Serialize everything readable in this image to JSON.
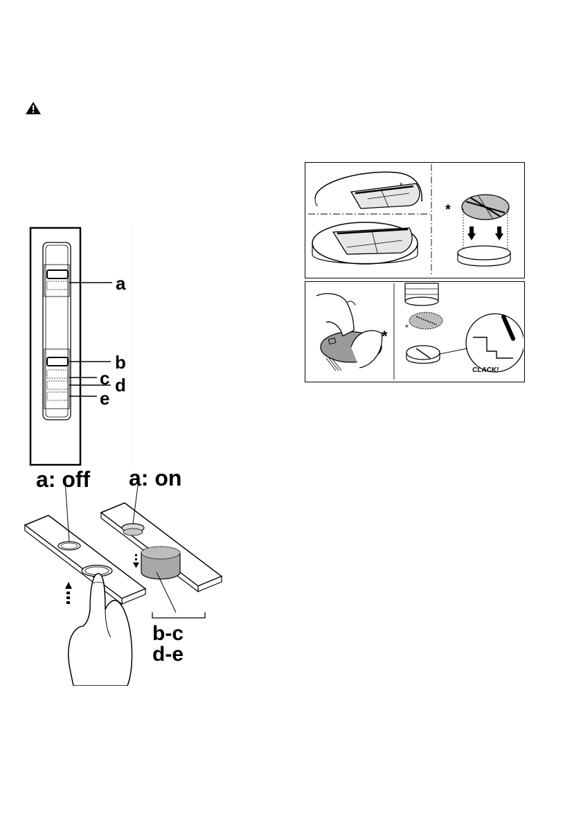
{
  "warning": {
    "icon": "warning-triangle-icon"
  },
  "slider_panel": {
    "labels": {
      "a": "a",
      "b": "b",
      "c": "c",
      "d": "d",
      "e": "e"
    }
  },
  "switch_illustration": {
    "off_label": "a: off",
    "on_label": "a: on",
    "bracket_label_1": "b-c",
    "bracket_label_2": "d-e"
  },
  "filter_figures": {
    "asterisk": "*",
    "clack_label": "CLACK!"
  }
}
